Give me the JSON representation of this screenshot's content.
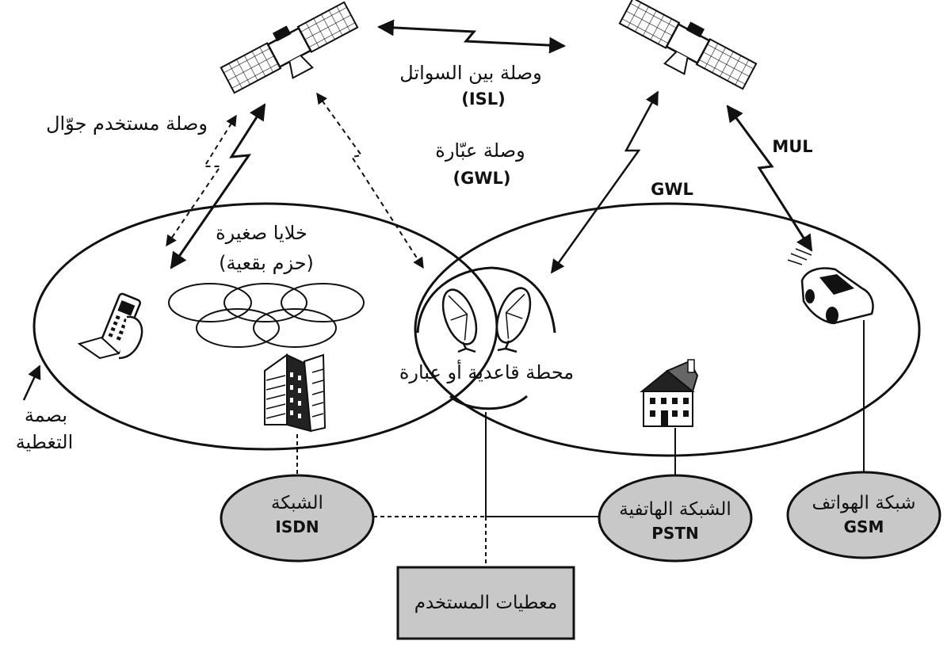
{
  "labels": {
    "isl_arabic": "وصلة بين السواتل",
    "isl_code": "(ISL)",
    "mobile_user_link": "وصلة مستخدم جوّال",
    "gateway_link_arabic": "وصلة عبّارة",
    "gateway_link_code": "(GWL)",
    "gwl_right": "GWL",
    "mul": "MUL",
    "small_cells_line1": "خلايا صغيرة",
    "small_cells_line2": "(حزم بقعية)",
    "base_station": "محطة قاعدية أو عبارة",
    "footprint_line1": "بصمة",
    "footprint_line2": "التغطية"
  },
  "networks": {
    "isdn": {
      "line1": "الشبكة",
      "line2": "ISDN"
    },
    "pstn": {
      "line1": "الشبكة الهاتفية",
      "line2": "PSTN"
    },
    "gsm": {
      "line1": "شبكة الهواتف",
      "line2": "GSM"
    },
    "user_data": "معطيات المستخدم"
  },
  "colors": {
    "network_fill": "#c8c8c8",
    "stroke": "#111111"
  }
}
